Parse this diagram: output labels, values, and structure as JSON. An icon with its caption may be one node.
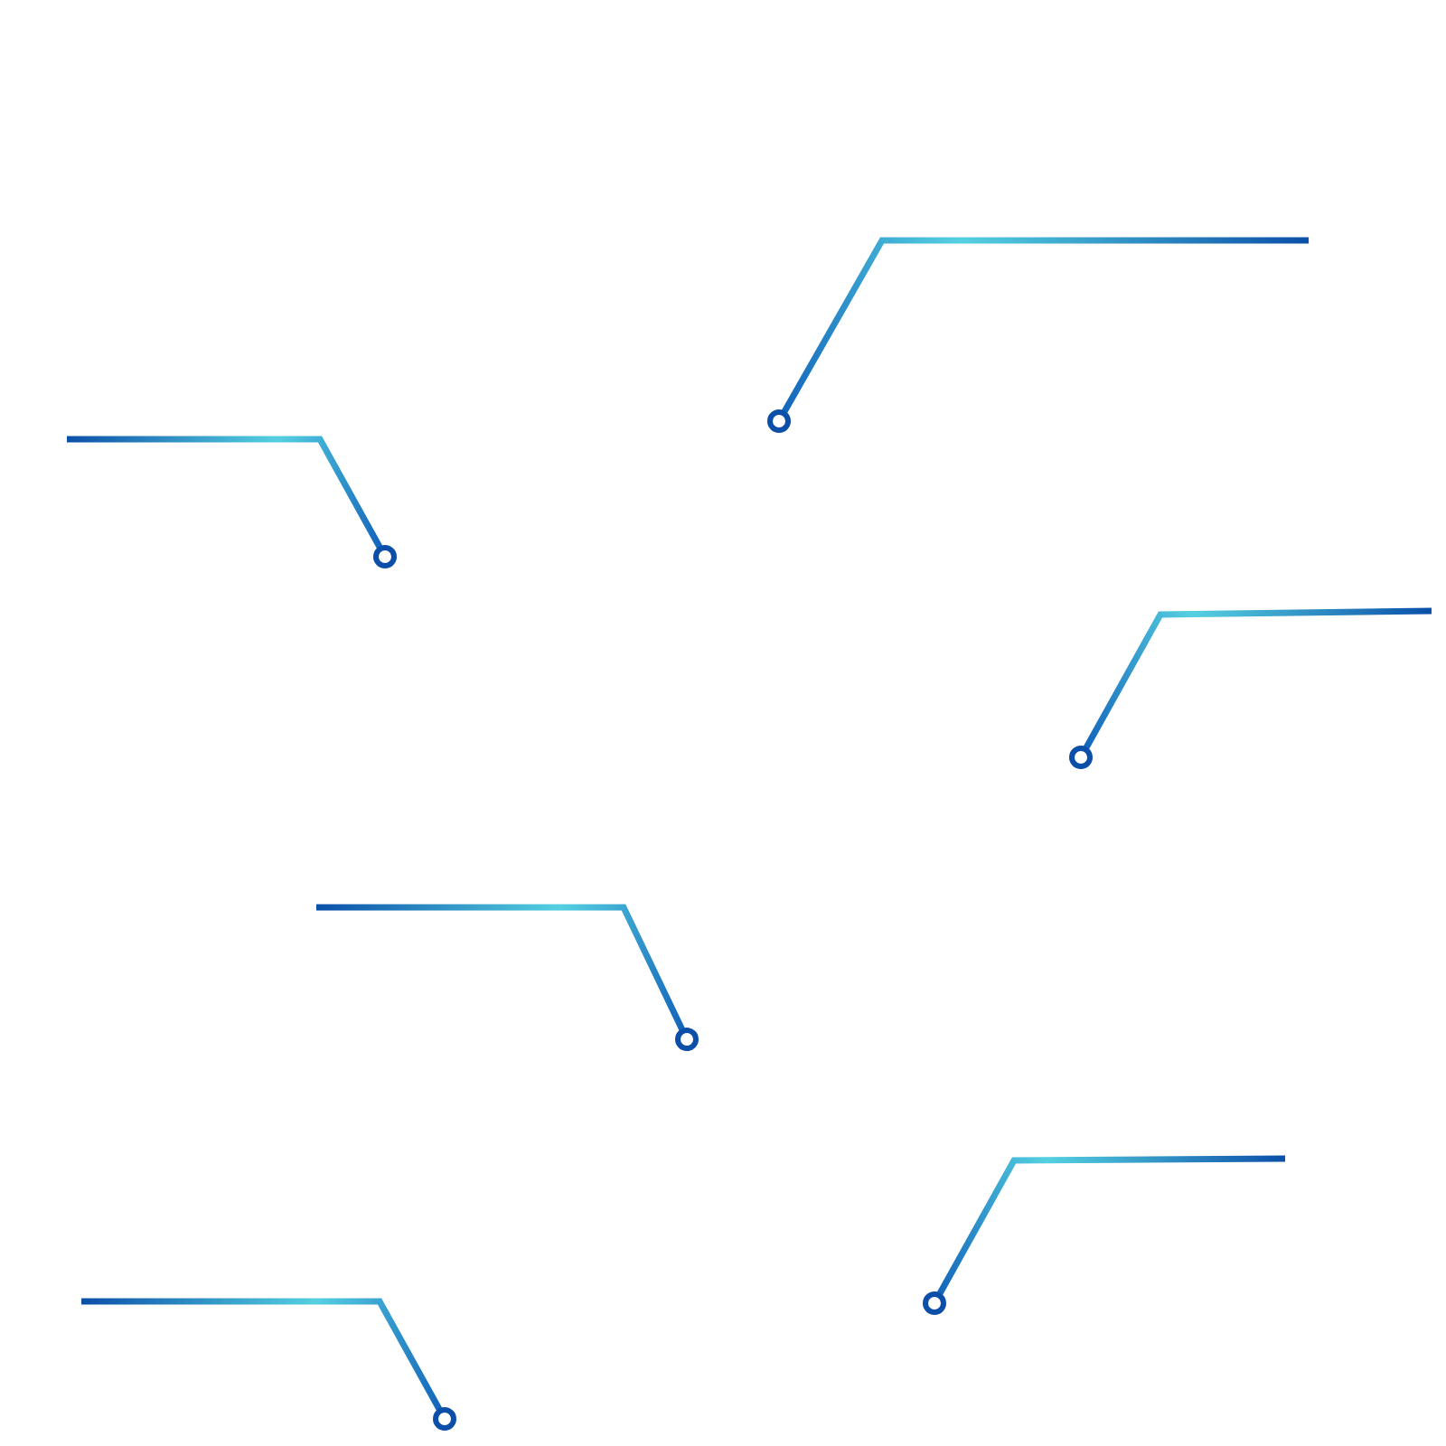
{
  "diagram": {
    "nodes": [
      {
        "text": [],
        "shape": "circle"
      },
      {
        "text": [],
        "shape": "circle"
      },
      {
        "text": [],
        "shape": "circle"
      },
      {
        "text": [],
        "shape": "circle"
      },
      {
        "text": [],
        "shape": "circle"
      },
      {
        "text": [],
        "shape": "circle"
      }
    ],
    "edges": [
      {
        "from": null,
        "to": 0,
        "arrow": "none"
      },
      {
        "from": null,
        "to": 1,
        "arrow": "none"
      },
      {
        "from": null,
        "to": 2,
        "arrow": "none"
      },
      {
        "from": null,
        "to": 3,
        "arrow": "none"
      },
      {
        "from": null,
        "to": 4,
        "arrow": "none"
      },
      {
        "from": null,
        "to": 5,
        "arrow": "none"
      }
    ]
  }
}
